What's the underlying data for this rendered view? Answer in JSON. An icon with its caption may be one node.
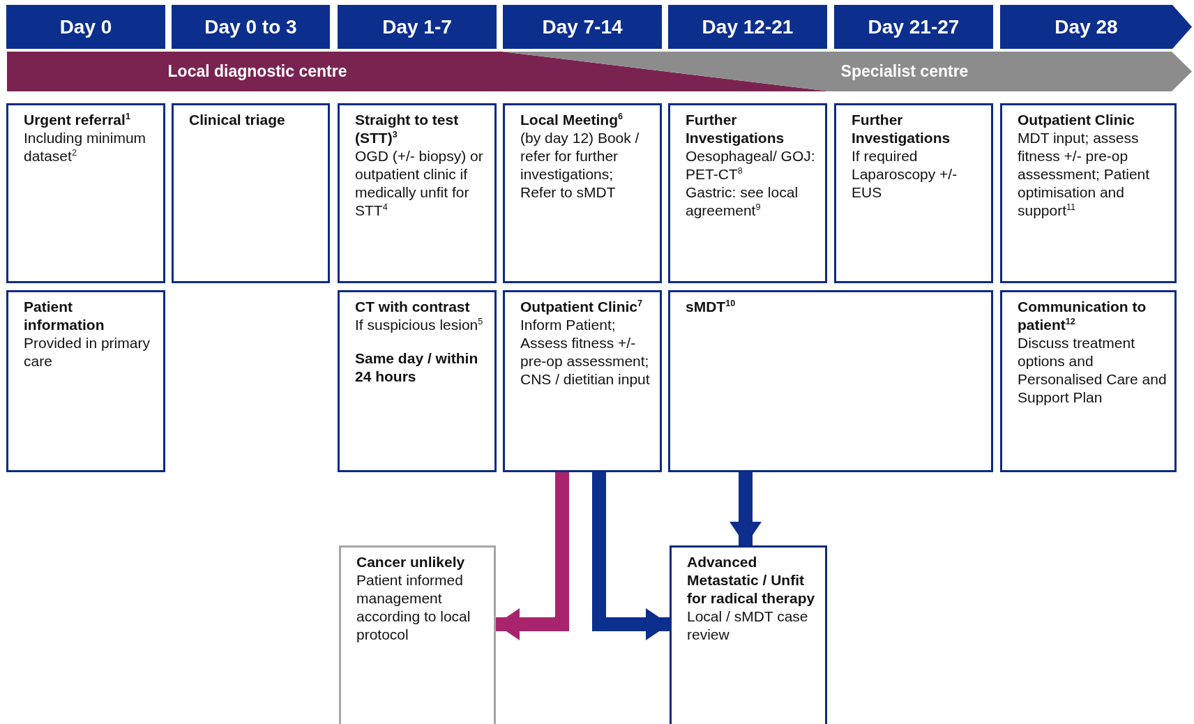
{
  "diagram": {
    "nodes": [
      {
        "text": [
          "Day 0"
        ]
      },
      {
        "text": [
          "Day 0 to 3"
        ]
      },
      {
        "text": [
          "Day 1-7"
        ]
      },
      {
        "text": [
          "Day 7-14"
        ]
      },
      {
        "text": [
          "Day 12-21"
        ]
      },
      {
        "text": [
          "Day 21-27"
        ]
      },
      {
        "text": [
          "Day 28"
        ]
      },
      {
        "text": [
          "Local diagnostic centre"
        ]
      },
      {
        "text": [
          "Specialist centre"
        ]
      },
      {
        "text": [
          "Urgent referral$^{1}$",
          "Including minimum dataset$^{2}$"
        ]
      },
      {
        "text": [
          "Clinical triage"
        ]
      },
      {
        "text": [
          "Straight to test (STT)$^{3}$",
          "OGD (+/- biopsy) or outpatient clinic if medically unfit for STT$^{4}$"
        ]
      },
      {
        "text": [
          "Local Meeting$^{6}$",
          "(by day 12) Book / refer for further investigations; Refer to sMDT"
        ]
      },
      {
        "text": [
          "Further Investigations",
          "Oesophageal/ GOJ:  PET-CT$^{8}$",
          "Gastric: see local agreement$^{9}$"
        ]
      },
      {
        "text": [
          "Further Investigations",
          "If required Laparoscopy +/- EUS"
        ]
      },
      {
        "text": [
          "Outpatient Clinic",
          "MDT input; assess fitness +/- pre-op assessment; Patient optimisation and support$^{11}$"
        ]
      },
      {
        "text": [
          "Patient information",
          "Provided in primary care"
        ]
      },
      {
        "text": [
          "CT with contrast",
          "If suspicious lesion$^{5}$",
          "Same day / within 24 hours"
        ]
      },
      {
        "text": [
          "Outpatient Clinic$^{7}$",
          "Inform Patient; Assess fitness +/- pre-op assessment; CNS / dietitian input"
        ]
      },
      {
        "text": [
          "sMDT$^{10}$"
        ]
      },
      {
        "text": [
          "Communication to patient$^{12}$",
          "Discuss treatment options and Personalised Care and Support Plan"
        ]
      },
      {
        "text": [
          "Cancer unlikely",
          "Patient informed management according to local protocol"
        ]
      },
      {
        "text": [
          "Advanced Metastatic / Unfit for radical therapy",
          "Local / sMDT case review"
        ]
      }
    ],
    "edges": [
      {
        "from": 18,
        "to": 21,
        "arrow": "to",
        "color": "#a8256e"
      },
      {
        "from": 18,
        "to": 22,
        "arrow": "to"
      },
      {
        "from": 19,
        "to": 22,
        "arrow": "to"
      }
    ]
  }
}
